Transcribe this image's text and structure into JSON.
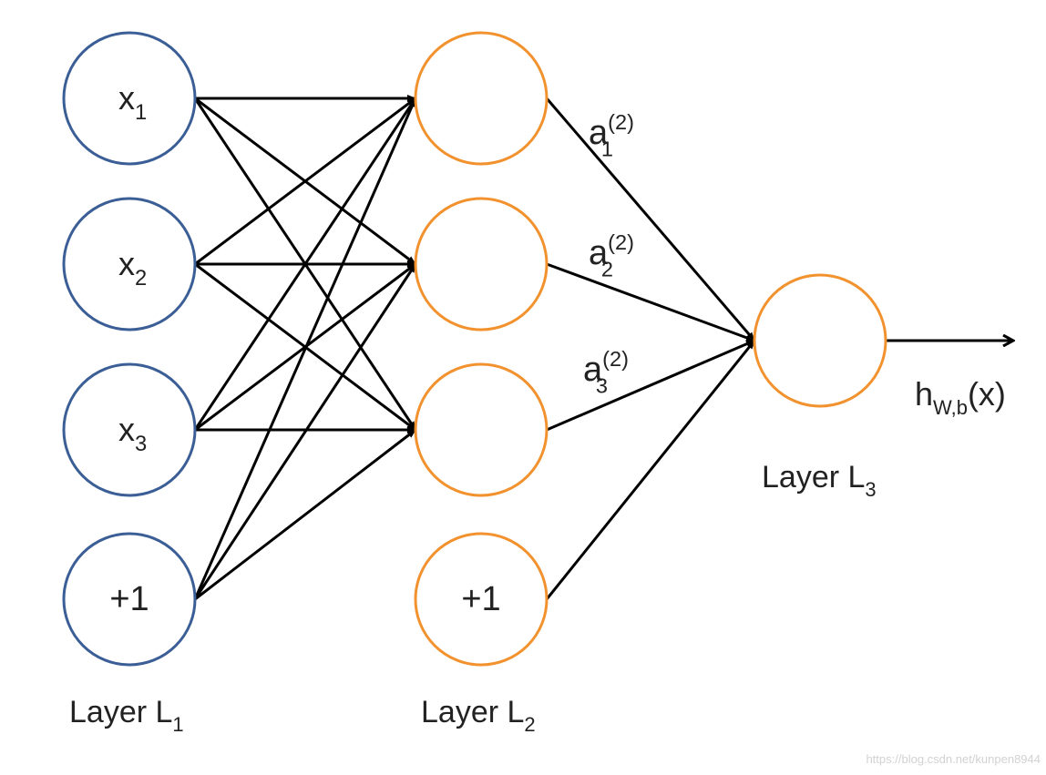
{
  "colors": {
    "input_node": "#3a5e95",
    "hidden_node": "#f2922f",
    "edge": "#000000",
    "text": "#222222"
  },
  "layers": [
    {
      "label_main": "Layer L",
      "label_sub": "1",
      "nodes": [
        {
          "main": "x",
          "sub": "1"
        },
        {
          "main": "x",
          "sub": "2"
        },
        {
          "main": "x",
          "sub": "3"
        },
        {
          "main": "+1",
          "sub": ""
        }
      ]
    },
    {
      "label_main": "Layer L",
      "label_sub": "2",
      "nodes": [
        {
          "main": "",
          "sub": ""
        },
        {
          "main": "",
          "sub": ""
        },
        {
          "main": "",
          "sub": ""
        },
        {
          "main": "+1",
          "sub": ""
        }
      ]
    },
    {
      "label_main": "Layer L",
      "label_sub": "3",
      "nodes": [
        {
          "main": "",
          "sub": ""
        }
      ]
    }
  ],
  "activation_labels": [
    {
      "main": "a",
      "sub": "1",
      "sup": "(2)"
    },
    {
      "main": "a",
      "sub": "2",
      "sup": "(2)"
    },
    {
      "main": "a",
      "sub": "3",
      "sup": "(2)"
    }
  ],
  "output": {
    "main": "h",
    "sub": "W,b",
    "tail": "(x)"
  },
  "watermark": "https://blog.csdn.net/kunpen8944"
}
